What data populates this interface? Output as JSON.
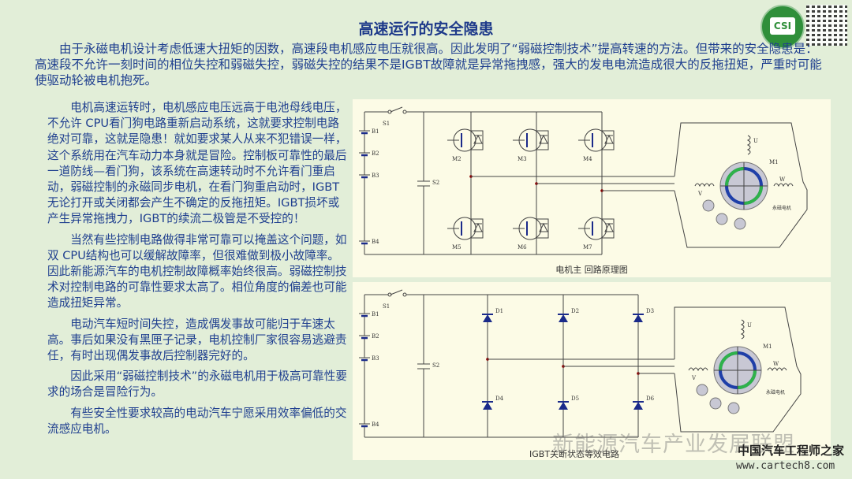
{
  "title": "高速运行的安全隐患",
  "logo_text": "CSI",
  "intro": "由于永磁电机设计考虑低速大扭矩的因数，高速段电机感应电压就很高。因此发明了“弱磁控制技术”提高转速的方法。但带来的安全隐患是：高速段不允许一刻时间的相位失控和弱磁失控，弱磁失控的结果不是IGBT故障就是异常拖拽感，强大的发电电流造成很大的反拖扭矩，严重时可能使驱动轮被电机抱死。",
  "paragraphs": [
    "电机高速运转时，电机感应电压远高于电池母线电压，不允许 CPU看门狗电路重新启动系统，这就要求控制电路绝对可靠，这就是隐患！就如要求某人从来不犯错误一样，这个系统用在汽车动力本身就是冒险。控制板可靠性的最后一道防线—看门狗，该系统在高速转动时不允许看门重启动，弱磁控制的永磁同步电机，在看门狗重启动时，IGBT无论打开或关闭都会产生不确定的反拖扭矩。IGBT损坏或产生异常拖拽力，IGBT的续流二极管是不受控的！",
    "当然有些控制电路做得非常可靠可以掩盖这个问题，如双 CPU结构也可以缓解故障率，但很难做到极小故障率。因此新能源汽车的电机控制故障概率始终很高。弱磁控制技术对控制电路的可靠性要求太高了。相位角度的偏差也可能造成扭矩异常。",
    "电动汽车短时间失控，造成偶发事故可能归于车速太高。事后如果没有黑匣子记录，电机控制厂家很容易逃避责任，有时出现偶发事故后控制器完好的。",
    "因此采用“弱磁控制技术”的永磁电机用于极高可靠性要求的场合是冒险行为。",
    "有些安全性要求较高的电动汽车宁愿采用效率偏低的交流感应电机。"
  ],
  "diagram1": {
    "caption": "电机主 回路原理图",
    "devices": [
      "M2",
      "M3",
      "M4",
      "M5",
      "M6",
      "M7"
    ]
  },
  "diagram2": {
    "caption": "IGBT关断状态等效电路",
    "devices": [
      "D1",
      "D2",
      "D3",
      "D4",
      "D5",
      "D6"
    ]
  },
  "labels": {
    "batteries": [
      "B1",
      "B2",
      "B3",
      "B4"
    ],
    "switch": "S1",
    "capacitor": "S2",
    "motor": "M1",
    "motor_name": "永磁电机",
    "phases": [
      "U",
      "V",
      "W"
    ]
  },
  "watermark": "新能源汽车产业发展联盟",
  "site_name": "中国汽车工程师之家",
  "site_url": "www.cartech8.com"
}
